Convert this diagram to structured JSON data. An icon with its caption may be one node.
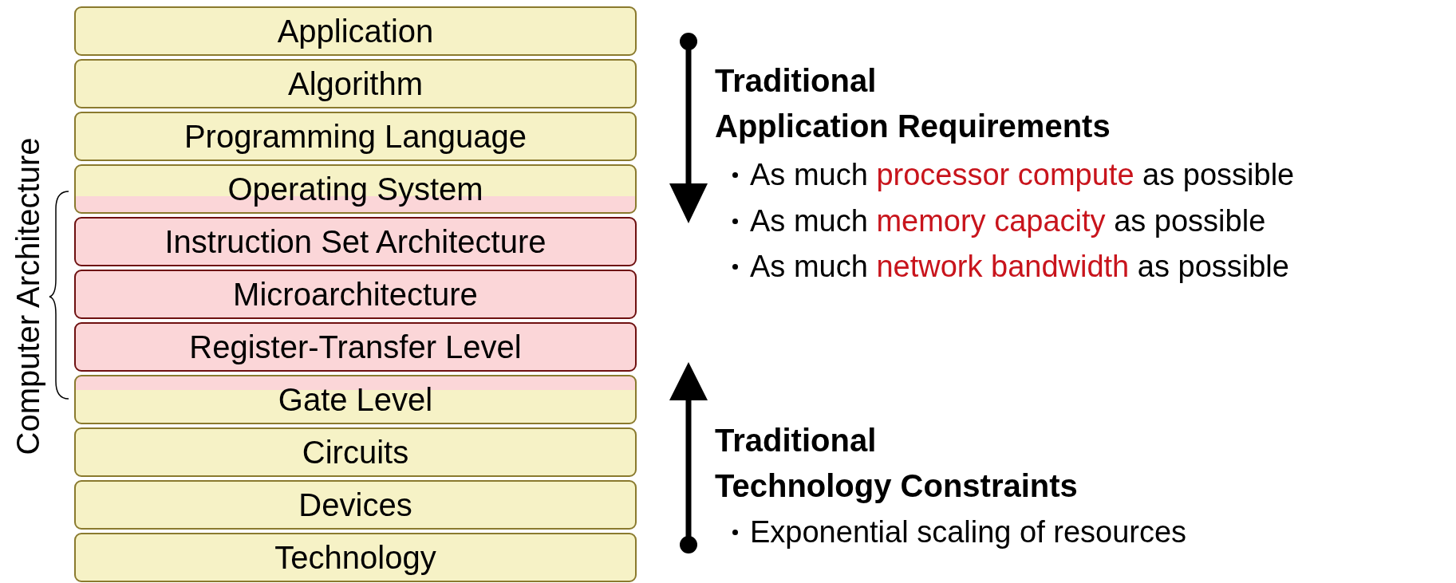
{
  "diagram": {
    "nodes": [
      {
        "text": [
          "Application"
        ]
      },
      {
        "text": [
          "Algorithm"
        ]
      },
      {
        "text": [
          "Programming Language"
        ]
      },
      {
        "text": [
          "Operating System"
        ]
      },
      {
        "text": [
          "Instruction Set Architecture"
        ]
      },
      {
        "text": [
          "Microarchitecture"
        ]
      },
      {
        "text": [
          "Register-Transfer Level"
        ]
      },
      {
        "text": [
          "Gate Level"
        ]
      },
      {
        "text": [
          "Circuits"
        ]
      },
      {
        "text": [
          "Devices"
        ]
      },
      {
        "text": [
          "Technology"
        ]
      }
    ],
    "labels": [
      "Computer Architecture",
      "Traditional Application Requirements",
      "As much **processor compute** as possible",
      "As much **memory capacity** as possible",
      "As much **network bandwidth** as possible",
      "Traditional Technology Constraints",
      "Exponential scaling of resources"
    ]
  }
}
